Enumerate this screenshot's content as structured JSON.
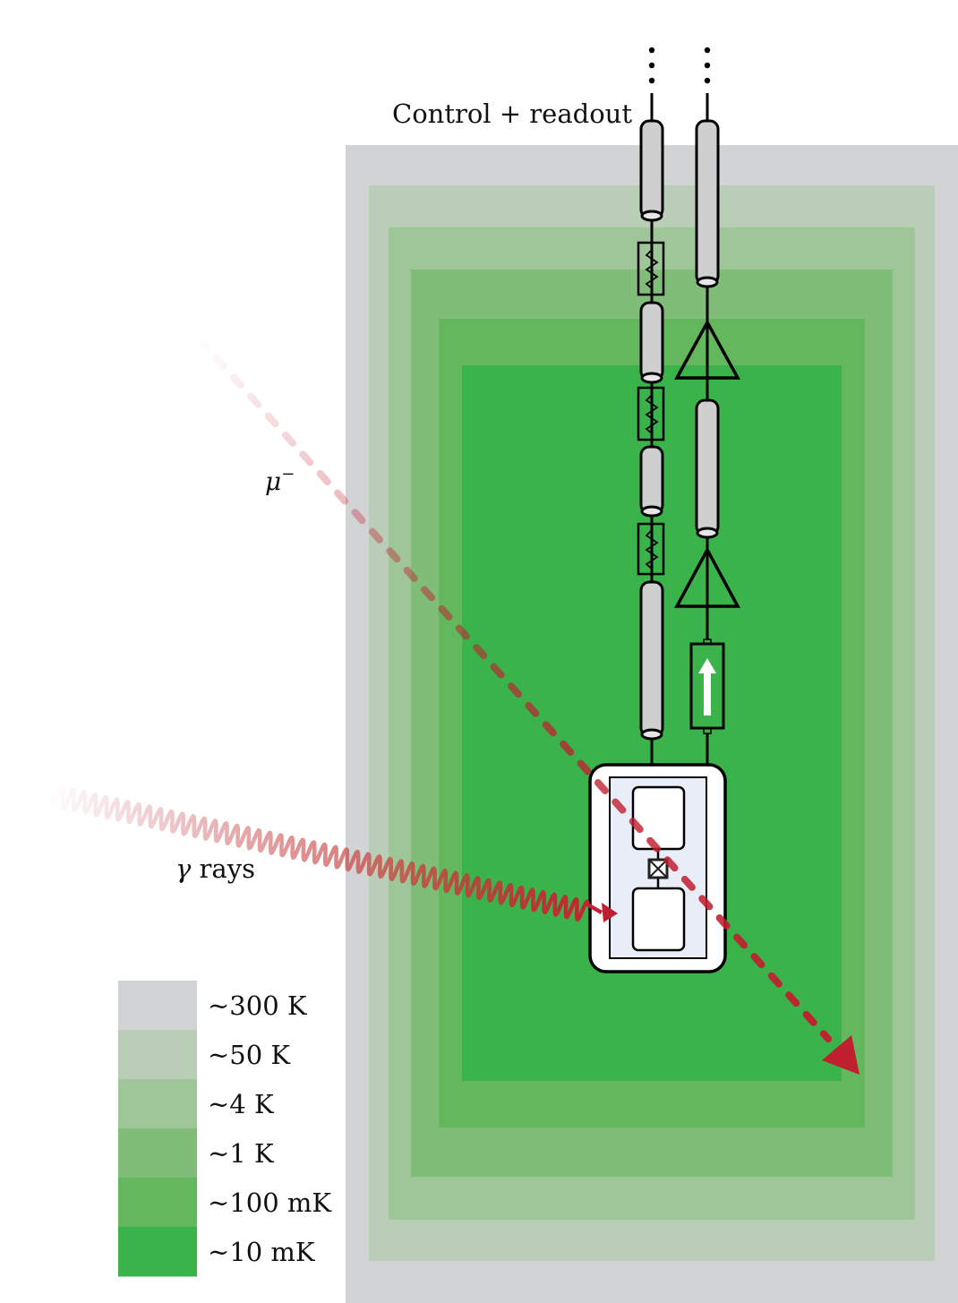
{
  "labels": {
    "control_readout": "Control + readout",
    "muon": "μ",
    "muon_sup": "−",
    "gamma": "γ",
    "gamma_rest": " rays"
  },
  "legend": [
    {
      "label": "~300 K",
      "color": "#d2d3d5"
    },
    {
      "label": "~50 K",
      "color": "#b9cdb7"
    },
    {
      "label": "~4 K",
      "color": "#9fc698"
    },
    {
      "label": "~1 K",
      "color": "#80bd78"
    },
    {
      "label": "~100 mK",
      "color": "#63b75c"
    },
    {
      "label": "~10 mK",
      "color": "#3ab34a"
    }
  ],
  "colors": {
    "radiation": "#c01f2f",
    "chip_bg": "#e8edf7"
  },
  "icons": {
    "attenuator": "resistor-zigzag-icon",
    "amplifier": "amplifier-triangle-icon",
    "isolator": "isolator-arrow-icon",
    "coax": "coaxial-cable-icon",
    "junction": "josephson-junction-icon"
  }
}
